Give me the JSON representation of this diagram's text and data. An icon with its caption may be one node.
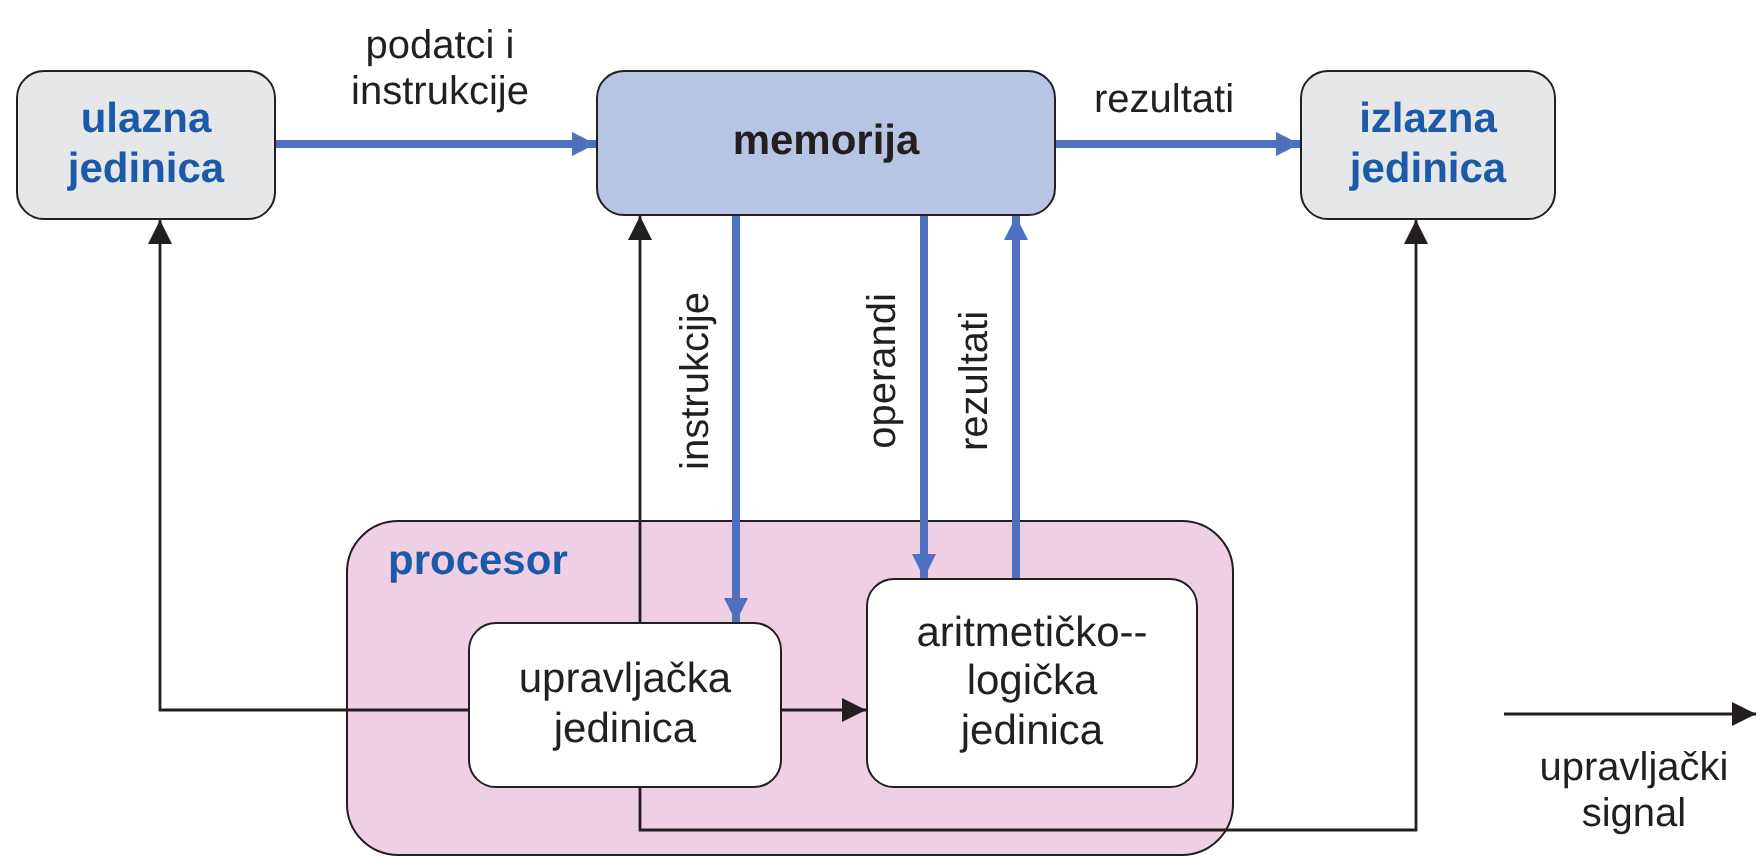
{
  "diagram": {
    "nodes": [
      {
        "text": [
          "ulazna jedinica"
        ]
      },
      {
        "text": [
          "memorija"
        ]
      },
      {
        "text": [
          "izlazna jedinica"
        ]
      },
      {
        "text": [
          "procesor"
        ]
      },
      {
        "text": [
          "upravljačka jedinica"
        ],
        "in": 3
      },
      {
        "text": [
          "aritmetičko--logička jedinica"
        ],
        "in": 3
      }
    ],
    "edges": [
      {
        "from": 0,
        "to": 1,
        "arrow": "to",
        "label": "podatci i instrukcije"
      },
      {
        "from": 1,
        "to": 2,
        "arrow": "to",
        "label": "rezultati"
      },
      {
        "from": 1,
        "to": 4,
        "arrow": "to",
        "label": "instrukcije"
      },
      {
        "from": 1,
        "to": 5,
        "arrow": "to",
        "label": "operandi"
      },
      {
        "from": 5,
        "to": 1,
        "arrow": "to",
        "label": "rezultati"
      },
      {
        "from": 4,
        "to": 0,
        "arrow": "to",
        "color": "#231f20"
      },
      {
        "from": 4,
        "to": 5,
        "arrow": "to",
        "color": "#231f20"
      },
      {
        "from": 4,
        "to": 1,
        "arrow": "to",
        "color": "#231f20"
      },
      {
        "from": 4,
        "to": 2,
        "arrow": "to",
        "color": "#231f20"
      }
    ],
    "legend": [
      {
        "text": "upravljački signal"
      }
    ]
  }
}
